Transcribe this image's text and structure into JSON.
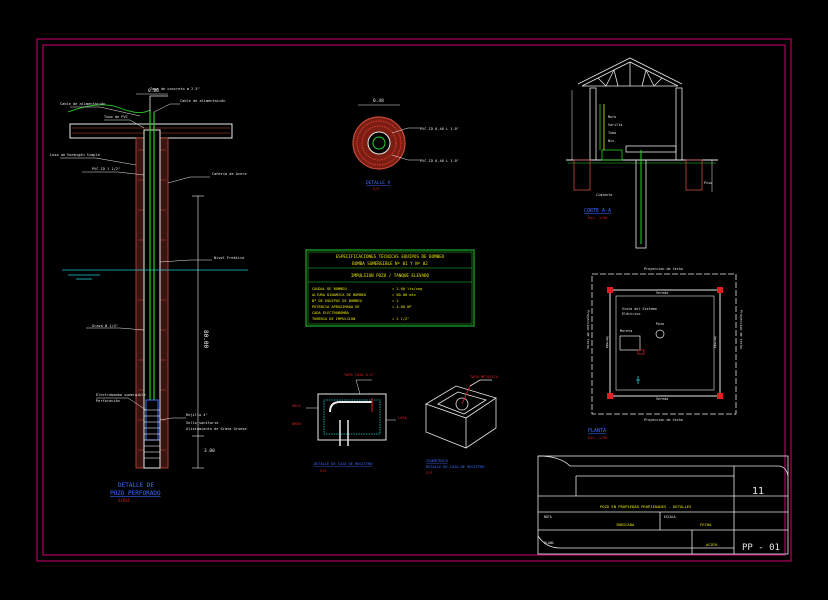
{
  "colors": {
    "background": "#000000",
    "border": "#d6006e",
    "casing": "#e8e8e8",
    "gravel": "#c84a3a",
    "green": "#26d126",
    "yellow": "#e6e600",
    "cyan": "#19c8d2",
    "blue": "#3a6cff",
    "red": "#e02020",
    "roof": "#e8e8e8"
  },
  "well": {
    "width_dim": "0.80",
    "dim_depth": "80.00",
    "dim_bottom": "3.00",
    "notes": [
      "Cable de alimentación",
      "Tubo de PVC",
      "Losa de Hormigón Simple",
      "PVC ID 1 1/2\"",
      "Cañería de Acero",
      "Nivel Freático",
      "Grava Ø 1/4\"",
      "Electrobomba sumergible",
      "Rejilla 4\"",
      "Cable de alimentación",
      "Tapa de concreto ø 2.5\"",
      "Sello sanitario",
      "Alistamiento de Grava Gruesa",
      "Perforación"
    ],
    "title": "DETALLE DE",
    "title2": "POZO PERFORADO",
    "scale": "S/ESC"
  },
  "section_detail": {
    "dim": "0.48",
    "label1": "PVC ID 0.40 L 1.0\"",
    "label2": "PVC ID 0.40 L 1.0\"",
    "title": "DETALLE A",
    "scale": "S/E"
  },
  "specs": {
    "title": "ESPECIFICACIONES TÉCNICAS EQUIPOS DE BOMBEO",
    "subtitle": "BOMBA SUMERGIBLE Nº 01 Y Nº 02",
    "section": "IMPULSION POZO / TANQUE ELEVADO",
    "rows": [
      {
        "label": "CAUDAL DE BOMBEO",
        "value": "= 2.00 lts/seg"
      },
      {
        "label": "ALTURA DINAMICA DE BOMBEO",
        "value": "= 80.00 mts"
      },
      {
        "label": "Nº DE EQUIPOS DE BOMBEO",
        "value": "= 2"
      },
      {
        "label": "POTENCIA APROXIMADA DE",
        "value": "= 4.00 HP"
      },
      {
        "label": "CADA ELECTROBOMBA",
        "value": ""
      },
      {
        "label": "TUBERIA DE IMPULSION",
        "value": "= 2 1/2\""
      }
    ]
  },
  "chamber_section": {
    "labels": [
      "TAPA CAJA 0.5\"",
      "ROCA",
      "LOSA",
      "DREN"
    ],
    "title": "DETALLE DE CAJA DE REGISTRO",
    "scale": "S/E"
  },
  "chamber_iso": {
    "labels": [
      "TAPA METALICA"
    ],
    "title": "ISOMETRICO",
    "title2": "DETALLE DE CAJA DE REGISTRO",
    "scale": "S/E"
  },
  "corte": {
    "title": "CORTE A-A",
    "scale": "Esc. 1/50",
    "labels": [
      "Muro",
      "Varilla",
      "Tubo",
      "Niv.",
      "Piso",
      "Cimiento"
    ]
  },
  "planta": {
    "top": "Proyeccion de techo",
    "bottom": "Proyeccion de techo",
    "left": "Proyeccion de techo",
    "right": "Proyeccion de techo",
    "veredas": [
      "Vereda",
      "Vereda",
      "Vereda",
      "Vereda"
    ],
    "inner": [
      "Vista del Sistema",
      "Eléctrico",
      "Pozo",
      "Mureta"
    ],
    "title": "PLANTA",
    "scale": "Esc. 1/50"
  },
  "title_block": {
    "sheet_number": "11",
    "project": "POZO EN PROPIEDAD PROPIEDADES - DETALLES",
    "row1": [
      "NOTA",
      "ESCALA"
    ],
    "row2_left": "INDICADA",
    "row2_right": "FECHA",
    "footer_left": "PLANO",
    "footer_mid": "ACOTA",
    "code": "PP - 01"
  }
}
